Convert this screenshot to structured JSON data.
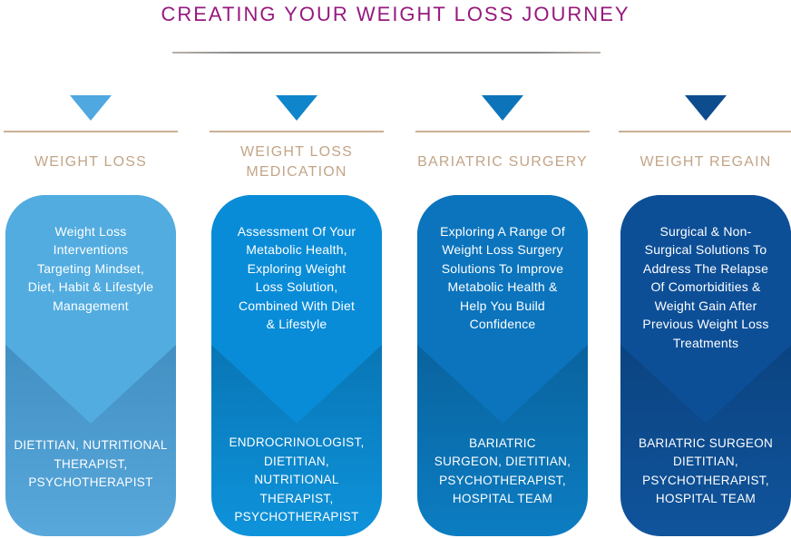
{
  "title": "CREATING YOUR WEIGHT LOSS JOURNEY",
  "palette": {
    "title": "#97187E",
    "heading_text": "#C2A587",
    "rule": "#C9B094",
    "divider": "#8A8A8A",
    "card_text": "#FFFFFF"
  },
  "columns": [
    {
      "heading": "WEIGHT LOSS",
      "description": "Weight Loss\nInterventions\nTargeting Mindset,\nDiet, Habit & Lifestyle\nManagement",
      "team": "DIETITIAN, NUTRITIONAL\nTHERAPIST,\nPSYCHOTHERAPIST",
      "colors": {
        "arrow": "#4FA8DF",
        "card": "#52ACE0",
        "shade_top": "#428FC2",
        "shade_bottom": "#58A8DC"
      }
    },
    {
      "heading": "WEIGHT LOSS\nMEDICATION",
      "description": "Assessment Of Your\nMetabolic Health,\nExploring Weight\nLoss Solution,\nCombined With Diet\n& Lifestyle",
      "team": "ENDROCRINOLOGIST,\nDIETITIAN,\nNUTRITIONAL\nTHERAPIST,\nPSYCHOTHERAPIST",
      "colors": {
        "arrow": "#0F86CB",
        "card": "#098CD8",
        "shade_top": "#0875B4",
        "shade_bottom": "#0E93DB"
      }
    },
    {
      "heading": "BARIATRIC SURGERY",
      "description": "Exploring A Range Of\nWeight Loss Surgery\nSolutions To Improve\nMetabolic Health &\nHelp You Build\nConfidence",
      "team": "BARIATRIC\nSURGEON, DIETITIAN,\nPSYCHOTHERAPIST,\nHOSPITAL TEAM",
      "colors": {
        "arrow": "#0E74B9",
        "card": "#0B74BD",
        "shade_top": "#09629D",
        "shade_bottom": "#0C7DC2"
      }
    },
    {
      "heading": "WEIGHT REGAIN",
      "description": "Surgical & Non-\nSurgical Solutions To\nAddress The Relapse\nOf Comorbidities &\nWeight Gain After\nPrevious Weight Loss\nTreatments",
      "team": "BARIATRIC SURGEON\nDIETITIAN,\nPSYCHOTHERAPIST,\nHOSPITAL TEAM",
      "colors": {
        "arrow": "#0D4D8D",
        "card": "#0D4F97",
        "shade_top": "#0B4380",
        "shade_bottom": "#10549C"
      }
    }
  ]
}
